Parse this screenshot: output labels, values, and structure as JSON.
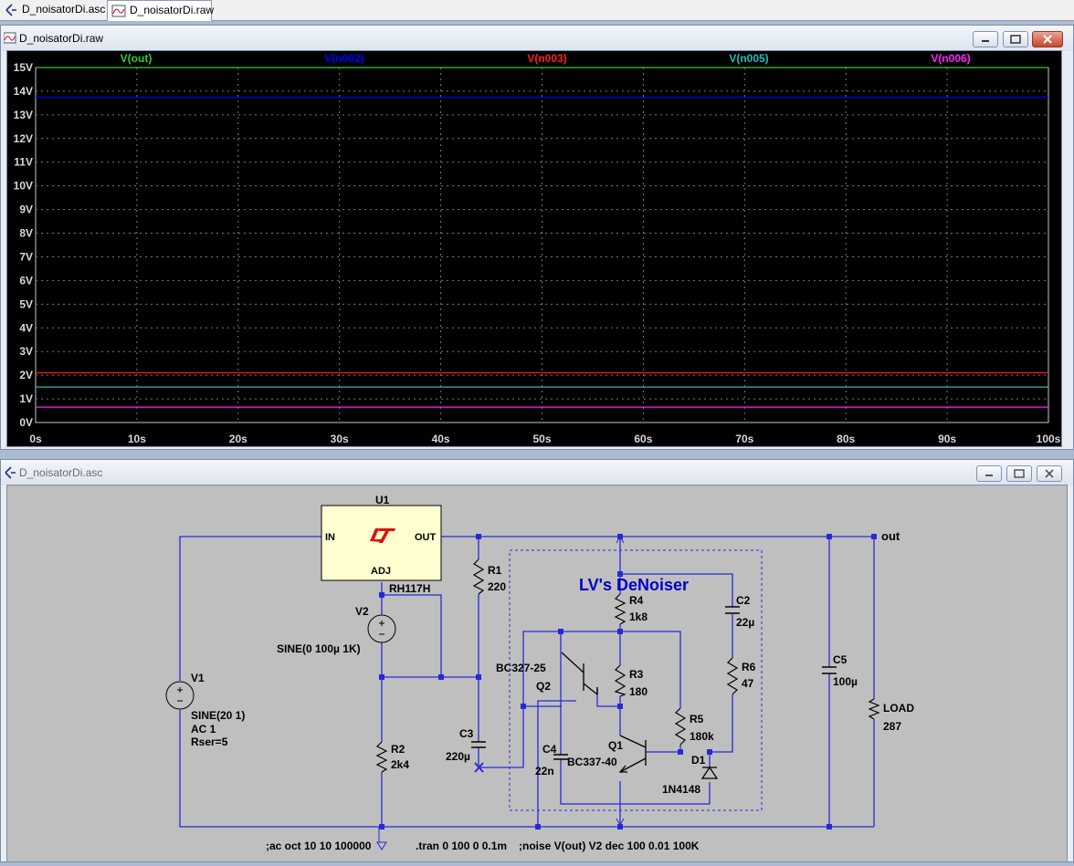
{
  "tabs": [
    {
      "label": "D_noisatorDi.asc",
      "icon": "schematic-icon"
    },
    {
      "label": "D_noisatorDi.raw",
      "icon": "waveform-icon"
    }
  ],
  "waveform_window": {
    "title": "D_noisatorDi.raw"
  },
  "schematic_window": {
    "title": "D_noisatorDi.asc"
  },
  "colors": {
    "green": "#33cc33",
    "blue": "#0000ff",
    "red": "#ff2020",
    "cyan": "#22bbbb",
    "magenta": "#ff22ff",
    "wire": "#2929d6",
    "component": "#000000",
    "label_blue": "#0000cc"
  },
  "chart_data": {
    "type": "line",
    "series": [
      {
        "name": "V(out)",
        "color": "#33cc33",
        "x": [
          0,
          100
        ],
        "y": [
          15,
          15
        ]
      },
      {
        "name": "V(n002)",
        "color": "#0000ff",
        "x": [
          0,
          100
        ],
        "y": [
          13.75,
          13.75
        ]
      },
      {
        "name": "V(n003)",
        "color": "#ff2020",
        "x": [
          0,
          100
        ],
        "y": [
          2.1,
          2.1
        ]
      },
      {
        "name": "V(n005)",
        "color": "#22bbbb",
        "x": [
          0,
          100
        ],
        "y": [
          1.5,
          1.5
        ]
      },
      {
        "name": "V(n006)",
        "color": "#ff22ff",
        "x": [
          0,
          100
        ],
        "y": [
          0.65,
          0.65
        ]
      }
    ],
    "x_ticks": [
      "0s",
      "10s",
      "20s",
      "30s",
      "40s",
      "50s",
      "60s",
      "70s",
      "80s",
      "90s",
      "100s"
    ],
    "y_ticks": [
      "0V",
      "1V",
      "2V",
      "3V",
      "4V",
      "5V",
      "6V",
      "7V",
      "8V",
      "9V",
      "10V",
      "11V",
      "12V",
      "13V",
      "14V",
      "15V"
    ],
    "xlim": [
      0,
      100
    ],
    "ylim": [
      0,
      15
    ],
    "grid": true,
    "legend": "top"
  },
  "schematic": {
    "labels": {
      "u1": "U1",
      "in": "IN",
      "out_pin": "OUT",
      "adj": "ADJ",
      "u1_value": "RH117H",
      "v2": "V2",
      "v2_value": "SINE(0 100µ 1K)",
      "v1": "V1",
      "v1_value1": "SINE(20 1)",
      "v1_value2": "AC 1",
      "v1_value3": "Rser=5",
      "r1": "R1",
      "r1_value": "220",
      "r2": "R2",
      "r2_value": "2k4",
      "c3": "C3",
      "c3_value": "220µ",
      "c4": "C4",
      "c4_value": "22n",
      "title": "LV's DeNoiser",
      "r4": "R4",
      "r4_value": "1k8",
      "r3": "R3",
      "r3_value": "180",
      "r5": "R5",
      "r5_value": "180k",
      "r6": "R6",
      "r6_value": "47",
      "c2": "C2",
      "c2_value": "22µ",
      "c5": "C5",
      "c5_value": "100µ",
      "load": "LOAD",
      "load_value": "287",
      "q1": "Q1",
      "q1_value": "BC337-40",
      "q2": "Q2",
      "q2_value": "BC327-25",
      "d1": "D1",
      "d1_value": "1N4148",
      "net_out": "out",
      "directive1": ";ac oct 10 10 100000",
      "directive2": ".tran 0 100 0 0.1m",
      "directive3": ";noise V(out) V2 dec 100 0.01 100K"
    }
  }
}
